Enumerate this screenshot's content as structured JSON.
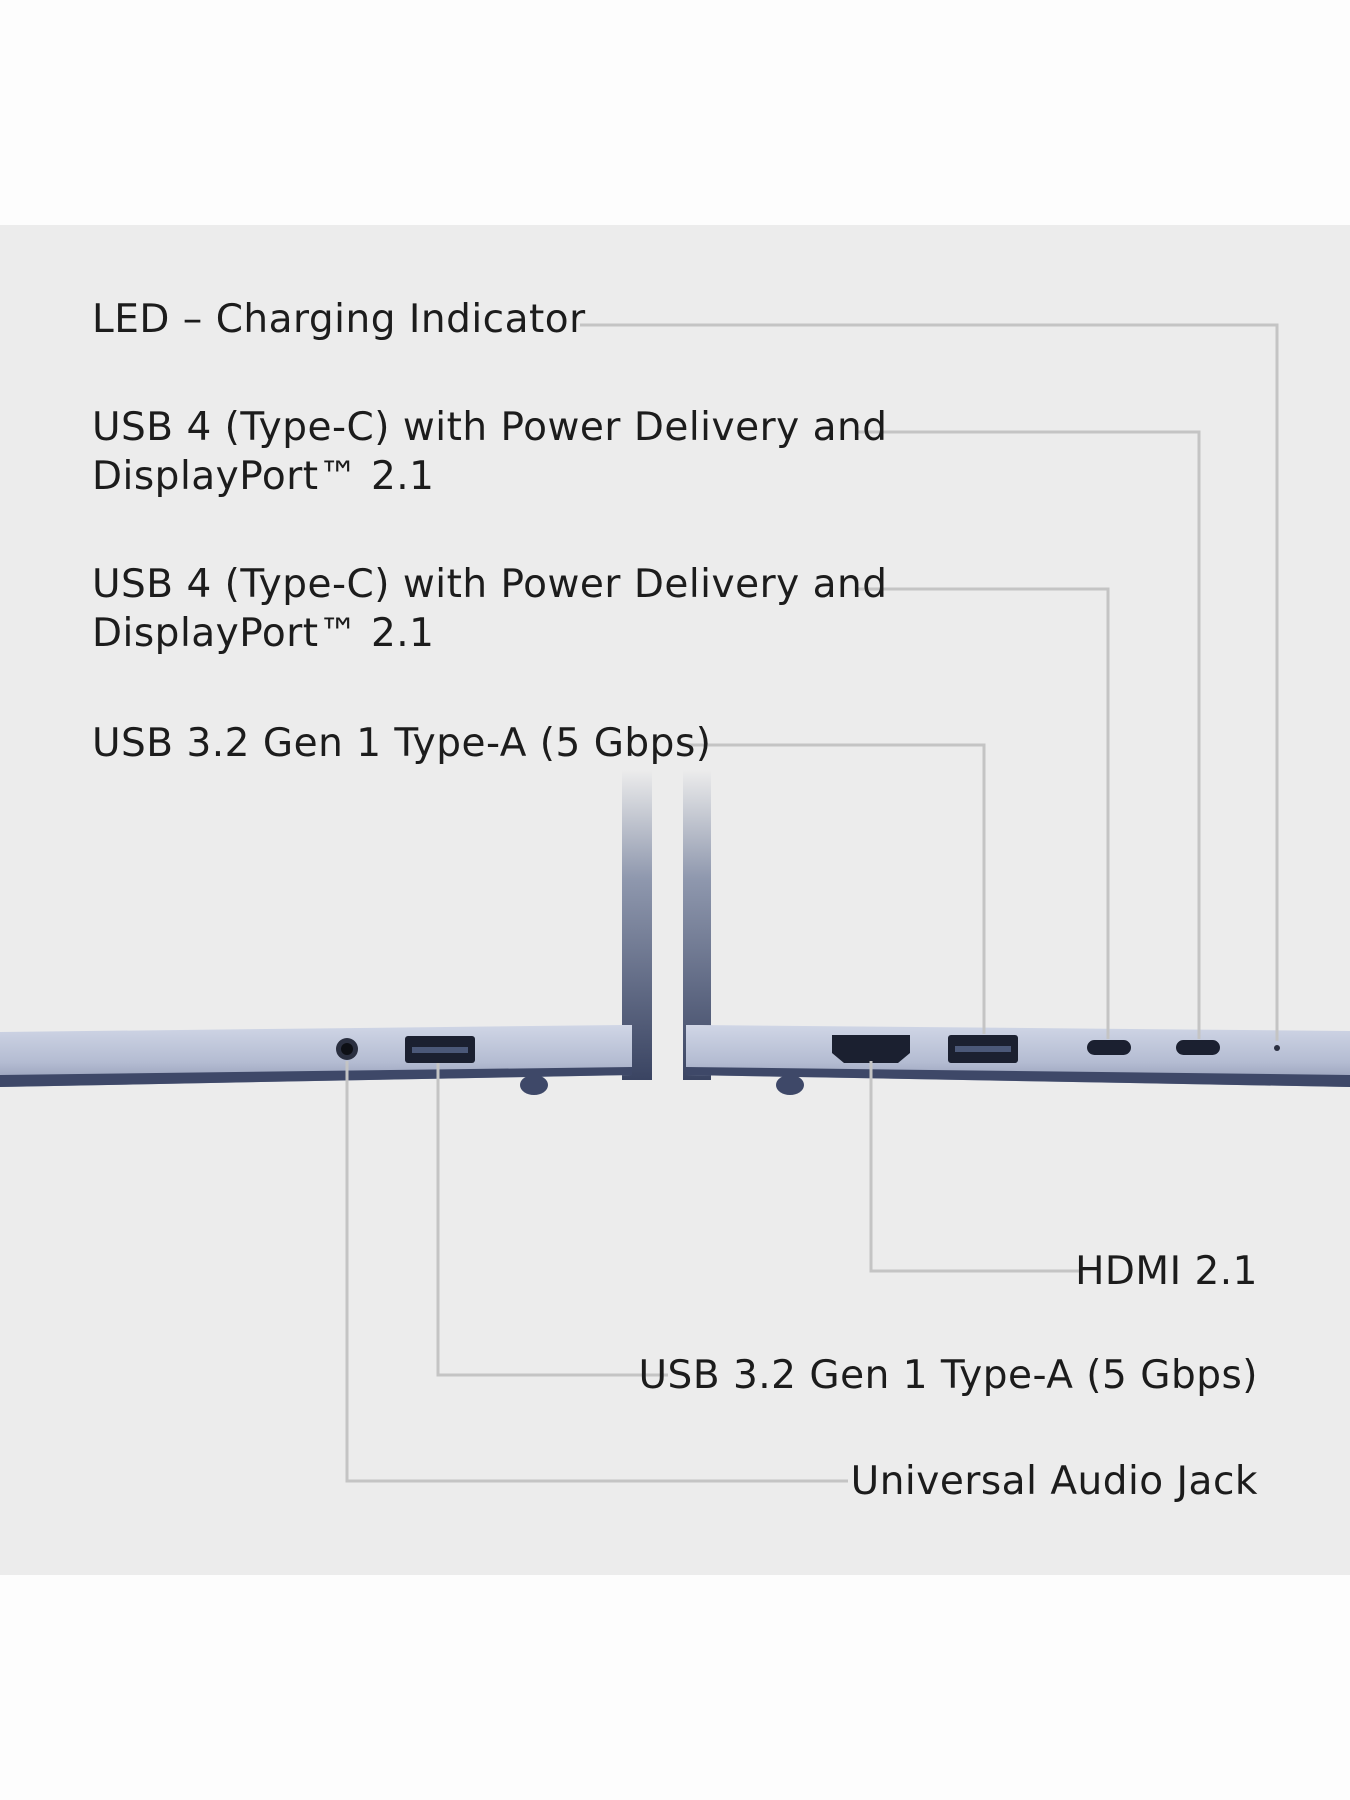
{
  "top_callouts": [
    {
      "id": "led",
      "text": "LED – Charging Indicator"
    },
    {
      "id": "usb4-a",
      "line1": "USB 4 (Type-C) with Power Delivery and",
      "line2": "DisplayPort™ 2.1"
    },
    {
      "id": "usb4-b",
      "line1": "USB 4 (Type-C) with Power Delivery and",
      "line2": "DisplayPort™ 2.1"
    },
    {
      "id": "usb-a-right",
      "text": "USB 3.2 Gen 1 Type-A (5 Gbps)"
    }
  ],
  "bottom_callouts": [
    {
      "id": "hdmi",
      "text": "HDMI 2.1"
    },
    {
      "id": "usb-a-left",
      "text": "USB 3.2 Gen 1 Type-A (5 Gbps)"
    },
    {
      "id": "audio",
      "text": "Universal Audio Jack"
    }
  ],
  "colors": {
    "panel": "#ececec",
    "leader_line": "#c4c4c4",
    "chassis": "#b9c1d6",
    "chassis_dark": "#3e4868",
    "text": "#1c1c1c"
  }
}
